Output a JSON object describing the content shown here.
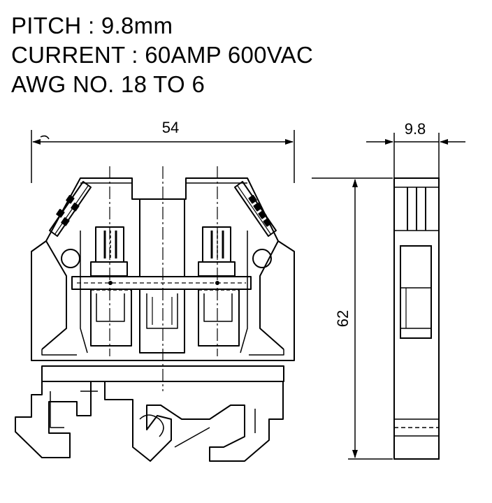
{
  "specs": {
    "pitch": "PITCH : 9.8mm",
    "current": "CURRENT : 60AMP  600VAC",
    "awg": "AWG NO. 18 TO 6"
  },
  "dimensions": {
    "width": "54",
    "thickness": "9.8",
    "height": "62"
  },
  "colors": {
    "line": "#000000",
    "background": "#ffffff"
  }
}
